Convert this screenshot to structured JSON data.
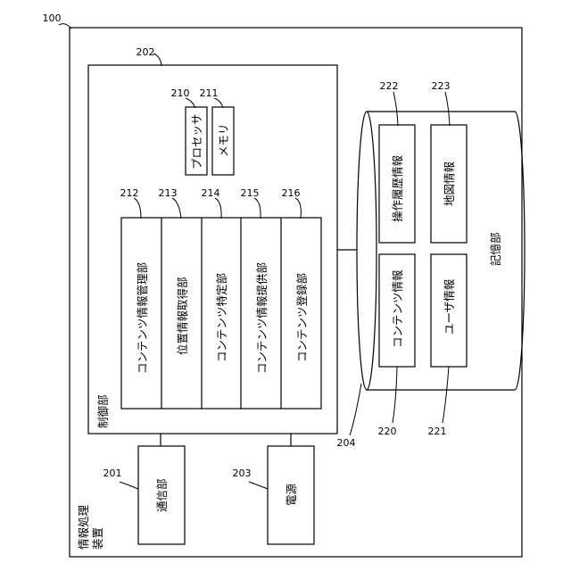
{
  "device": {
    "ref": "100",
    "label_line1": "情報処理",
    "label_line2": "装置"
  },
  "control": {
    "ref": "202",
    "label": "制御部"
  },
  "processor": {
    "ref": "210",
    "label": "プロセッサ"
  },
  "memory": {
    "ref": "211",
    "label": "メモリ"
  },
  "units": [
    {
      "ref": "212",
      "label": "コンテンツ情報管理部"
    },
    {
      "ref": "213",
      "label": "位置情報取得部"
    },
    {
      "ref": "214",
      "label": "コンテンツ特定部"
    },
    {
      "ref": "215",
      "label": "コンテンツ情報提供部"
    },
    {
      "ref": "216",
      "label": "コンテンツ登録部"
    }
  ],
  "storage": {
    "ref": "204",
    "label": "記憶部",
    "items": [
      {
        "ref": "222",
        "label": "操作履歴情報"
      },
      {
        "ref": "223",
        "label": "地図情報"
      },
      {
        "ref": "220",
        "label": "コンテンツ情報"
      },
      {
        "ref": "221",
        "label": "ユーザ情報"
      }
    ]
  },
  "comm": {
    "ref": "201",
    "label": "通信部"
  },
  "power": {
    "ref": "203",
    "label": "電源"
  }
}
